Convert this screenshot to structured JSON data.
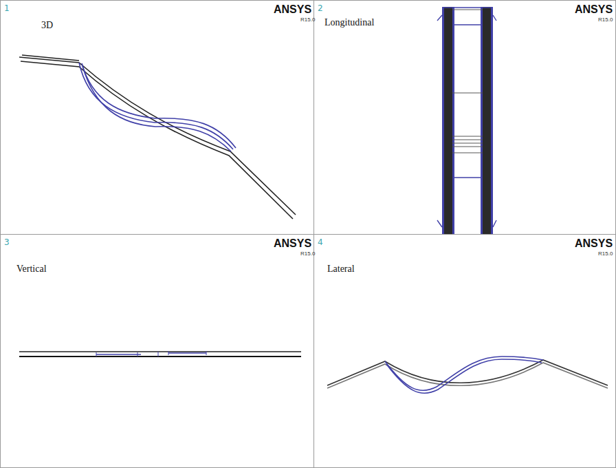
{
  "diagram": {
    "labels": [
      "1",
      "ANSYS",
      "R15.0",
      "3D",
      "2",
      "ANSYS",
      "R15.0",
      "Longitudinal",
      "3",
      "ANSYS",
      "R15.0",
      "Vertical",
      "4",
      "ANSYS",
      "R15.0",
      "Lateral"
    ]
  }
}
